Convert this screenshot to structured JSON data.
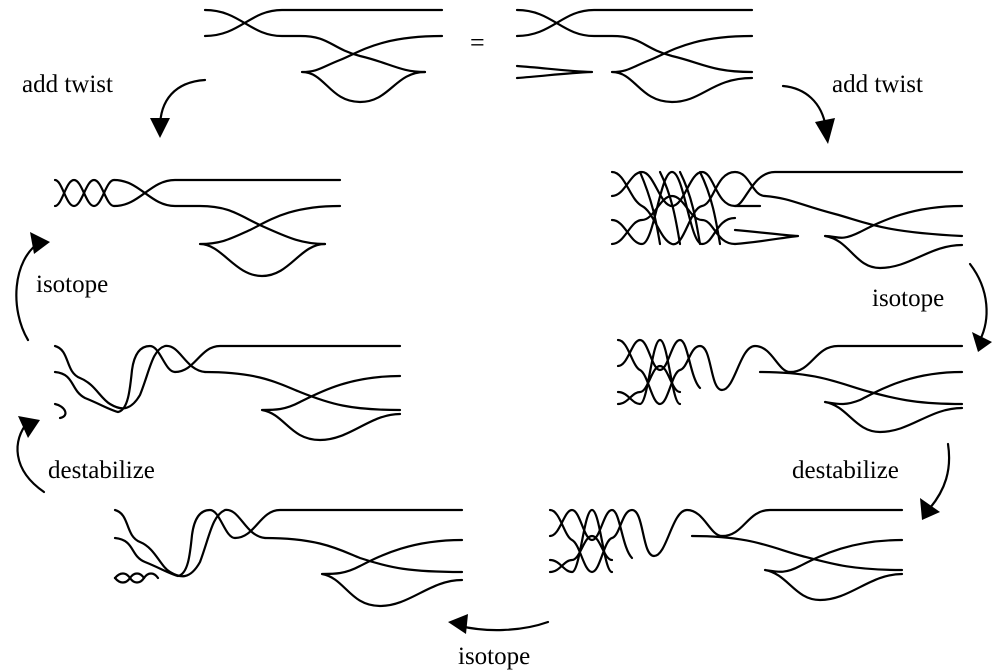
{
  "labels": {
    "add_twist_left": "add twist",
    "add_twist_right": "add twist",
    "equals": "=",
    "isotope_left": "isotope",
    "isotope_right": "isotope",
    "destabilize_left": "destabilize",
    "destabilize_right": "destabilize",
    "isotope_bottom": "isotope"
  },
  "colors": {
    "stroke": "#000000",
    "background": "#ffffff"
  }
}
